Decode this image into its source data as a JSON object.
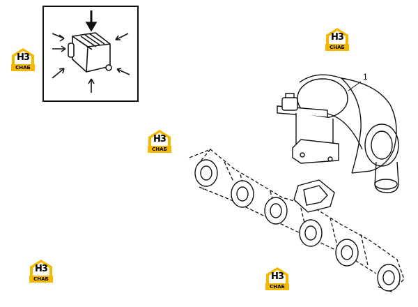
{
  "logo": {
    "text_top": "H3",
    "text_bottom": "СНАБ",
    "color": "#f5b800",
    "icon": "house-logo"
  },
  "callouts": [
    {
      "label": "1"
    }
  ],
  "inset": {
    "icon": "sensor-component-icon"
  },
  "main": {
    "icon": "turbocharger-exhaust-manifold-drawing"
  }
}
